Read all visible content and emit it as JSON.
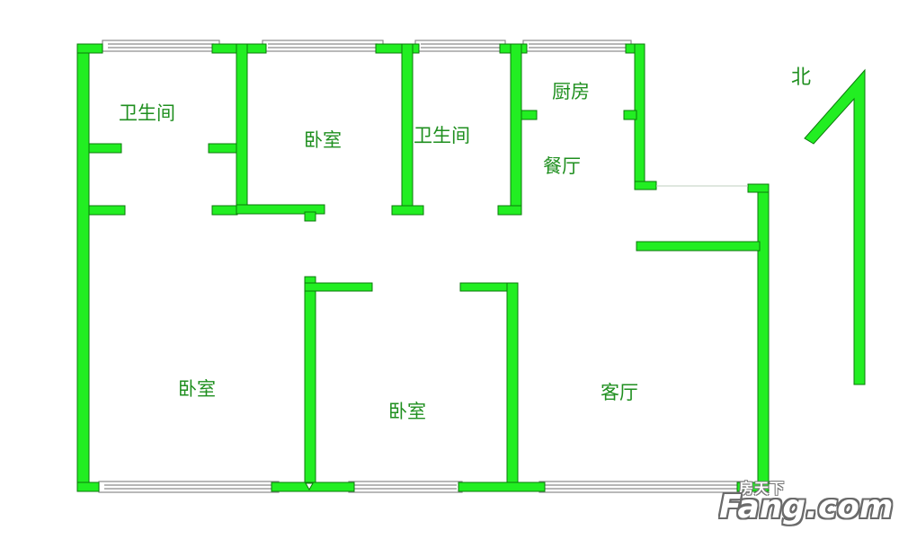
{
  "rooms": {
    "bathroom_left": "卫生间",
    "bedroom_top": "卧室",
    "bathroom_mid": "卫生间",
    "kitchen": "厨房",
    "dining": "餐厅",
    "bedroom_left": "卧室",
    "bedroom_mid": "卧室",
    "living": "客厅"
  },
  "compass": {
    "north_label": "北"
  },
  "watermark": {
    "top": "房天下",
    "main": "Fang.com"
  },
  "colors": {
    "wall": "#22ee22",
    "wall_edge": "#0b7a0b",
    "label": "#1f8f1f",
    "window": "#888888"
  }
}
